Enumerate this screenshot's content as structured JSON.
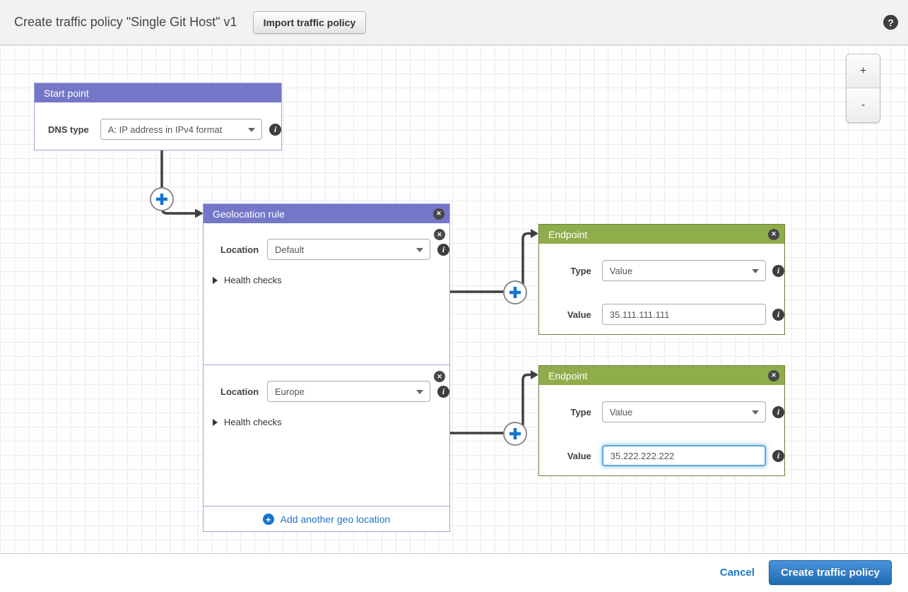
{
  "header": {
    "title": "Create traffic policy \"Single Git Host\" v1",
    "import_button_label": "Import traffic policy",
    "help_glyph": "?"
  },
  "canvas": {
    "zoom_in_label": "+",
    "zoom_out_label": "-"
  },
  "start_point": {
    "title": "Start point",
    "dns_type_label": "DNS type",
    "dns_type_value": "A: IP address in IPv4 format"
  },
  "geolocation_rule": {
    "title": "Geolocation rule",
    "close_glyph": "✕",
    "sections": [
      {
        "location_label": "Location",
        "location_value": "Default",
        "health_checks_label": "Health checks"
      },
      {
        "location_label": "Location",
        "location_value": "Europe",
        "health_checks_label": "Health checks"
      }
    ],
    "add_link_label": "Add another geo location",
    "add_plus_glyph": "+"
  },
  "endpoints": [
    {
      "title": "Endpoint",
      "type_label": "Type",
      "type_value": "Value",
      "value_label": "Value",
      "value": "35.111.111.111",
      "focused": false
    },
    {
      "title": "Endpoint",
      "type_label": "Type",
      "type_value": "Value",
      "value_label": "Value",
      "value": "35.222.222.222",
      "focused": true
    }
  ],
  "icons": {
    "info_glyph": "i",
    "close_glyph": "✕"
  },
  "footer": {
    "cancel_label": "Cancel",
    "create_label": "Create traffic policy"
  },
  "colors": {
    "rule_header_purple": "#7477c8",
    "endpoint_header_green": "#8fad4b",
    "connector_dark": "#3f3f3f",
    "plus_blue": "#1273cf",
    "link_blue": "#2176c7",
    "primary_button_blue": "#2a79c4",
    "focused_input_border": "#59a7de"
  }
}
